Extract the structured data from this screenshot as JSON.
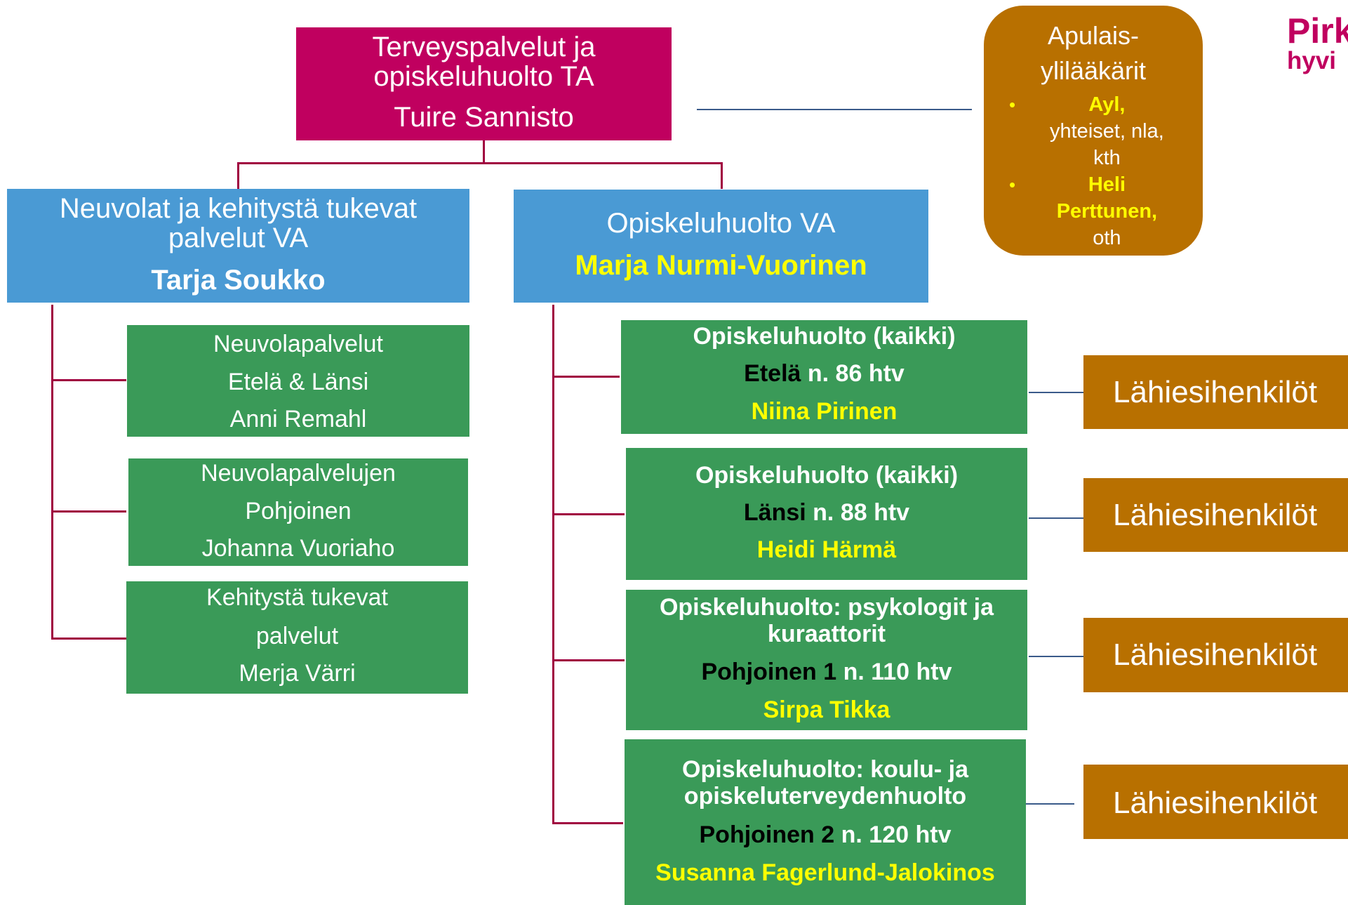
{
  "top": {
    "title_line1": "Terveyspalvelut ja",
    "title_line2": "opiskeluhuolto TA",
    "person": "Tuire Sannisto"
  },
  "apulais": {
    "title_line1": "Apulais-",
    "title_line2": "ylilääkärit",
    "items": [
      {
        "name": "Ayl,",
        "desc_line1": "yhteiset, nla,",
        "desc_line2": "kth"
      },
      {
        "name_line1": "Heli",
        "name_line2": "Perttunen,",
        "desc": "oth"
      }
    ]
  },
  "logo": {
    "line1": "Pirk",
    "line2": "hyvi"
  },
  "neuvolat": {
    "title_line1": "Neuvolat ja kehitystä tukevat",
    "title_line2": "palvelut VA",
    "person": "Tarja Soukko",
    "units": [
      {
        "line1": "Neuvolapalvelut",
        "line2": "Etelä & Länsi",
        "line3": "Anni Remahl"
      },
      {
        "line1": "Neuvolapalvelujen",
        "line2": "Pohjoinen",
        "line3": "Johanna Vuoriaho"
      },
      {
        "line1": "Kehitystä tukevat",
        "line2": "palvelut",
        "line3": "Merja Värri"
      }
    ]
  },
  "opiskeluhuolto": {
    "title": "Opiskeluhuolto VA",
    "person": "Marja Nurmi-Vuorinen",
    "units": [
      {
        "title_line1": "Opiskeluhuolto (kaikki)",
        "area": "Etelä",
        "htv": "n. 86 htv",
        "person": "Niina Pirinen"
      },
      {
        "title_line1": "Opiskeluhuolto (kaikki)",
        "area": "Länsi",
        "htv": "n. 88 htv",
        "person": "Heidi Härmä"
      },
      {
        "title_line1": "Opiskeluhuolto: psykologit ja",
        "title_line2": "kuraattorit",
        "area": "Pohjoinen 1",
        "htv": "n. 110 htv",
        "person": "Sirpa Tikka"
      },
      {
        "title_line1": "Opiskeluhuolto: koulu- ja",
        "title_line2": "opiskeluterveydenhuolto",
        "area": "Pohjoinen 2",
        "htv": "n. 120 htv",
        "person": "Susanna Fagerlund-Jalokinos"
      }
    ]
  },
  "lahiesihenkilot": [
    "Lähiesihenkilöt",
    "Lähiesihenkilöt",
    "Lähiesihenkilöt",
    "Lähiesihenkilöt"
  ],
  "colors": {
    "top": "#c0005f",
    "blue": "#4a9ad4",
    "green": "#3a9a58",
    "brown": "#b87000",
    "highlight": "#ffff00",
    "connector_red": "#a0003f",
    "connector_blue": "#3a5a8a"
  }
}
